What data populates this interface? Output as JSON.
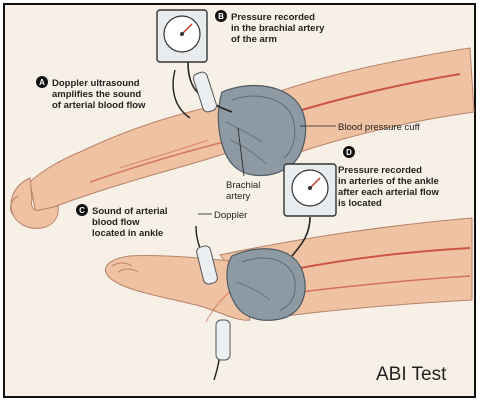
{
  "title": "ABI Test",
  "labels": {
    "a_letter": "A",
    "a_line1": "Doppler ultrasound",
    "a_line2": "amplifies the sound",
    "a_line3": "of arterial blood flow",
    "b_letter": "B",
    "b_line1": "Pressure recorded",
    "b_line2": "in the brachial artery",
    "b_line3": "of the arm",
    "c_letter": "C",
    "c_line1": "Sound of arterial",
    "c_line2": "blood flow",
    "c_line3": "located in ankle",
    "d_letter": "D",
    "d_line1": "Pressure recorded",
    "d_line2": "in arteries of the ankle",
    "d_line3": "after each arterial flow",
    "d_line4": "is located",
    "cuff": "Blood pressure cuff",
    "brachial1": "Brachial",
    "brachial2": "artery",
    "doppler": "Doppler"
  },
  "colors": {
    "skin": "#f0c2a4",
    "skin_shade": "#d9a083",
    "artery": "#c0392b",
    "cuff": "#8e9aa3",
    "cuff_dark": "#5f6b73",
    "badge": "#111111",
    "background": "#f7f0e6"
  },
  "icons": [
    "pressure-gauge-icon",
    "doppler-probe-icon"
  ]
}
